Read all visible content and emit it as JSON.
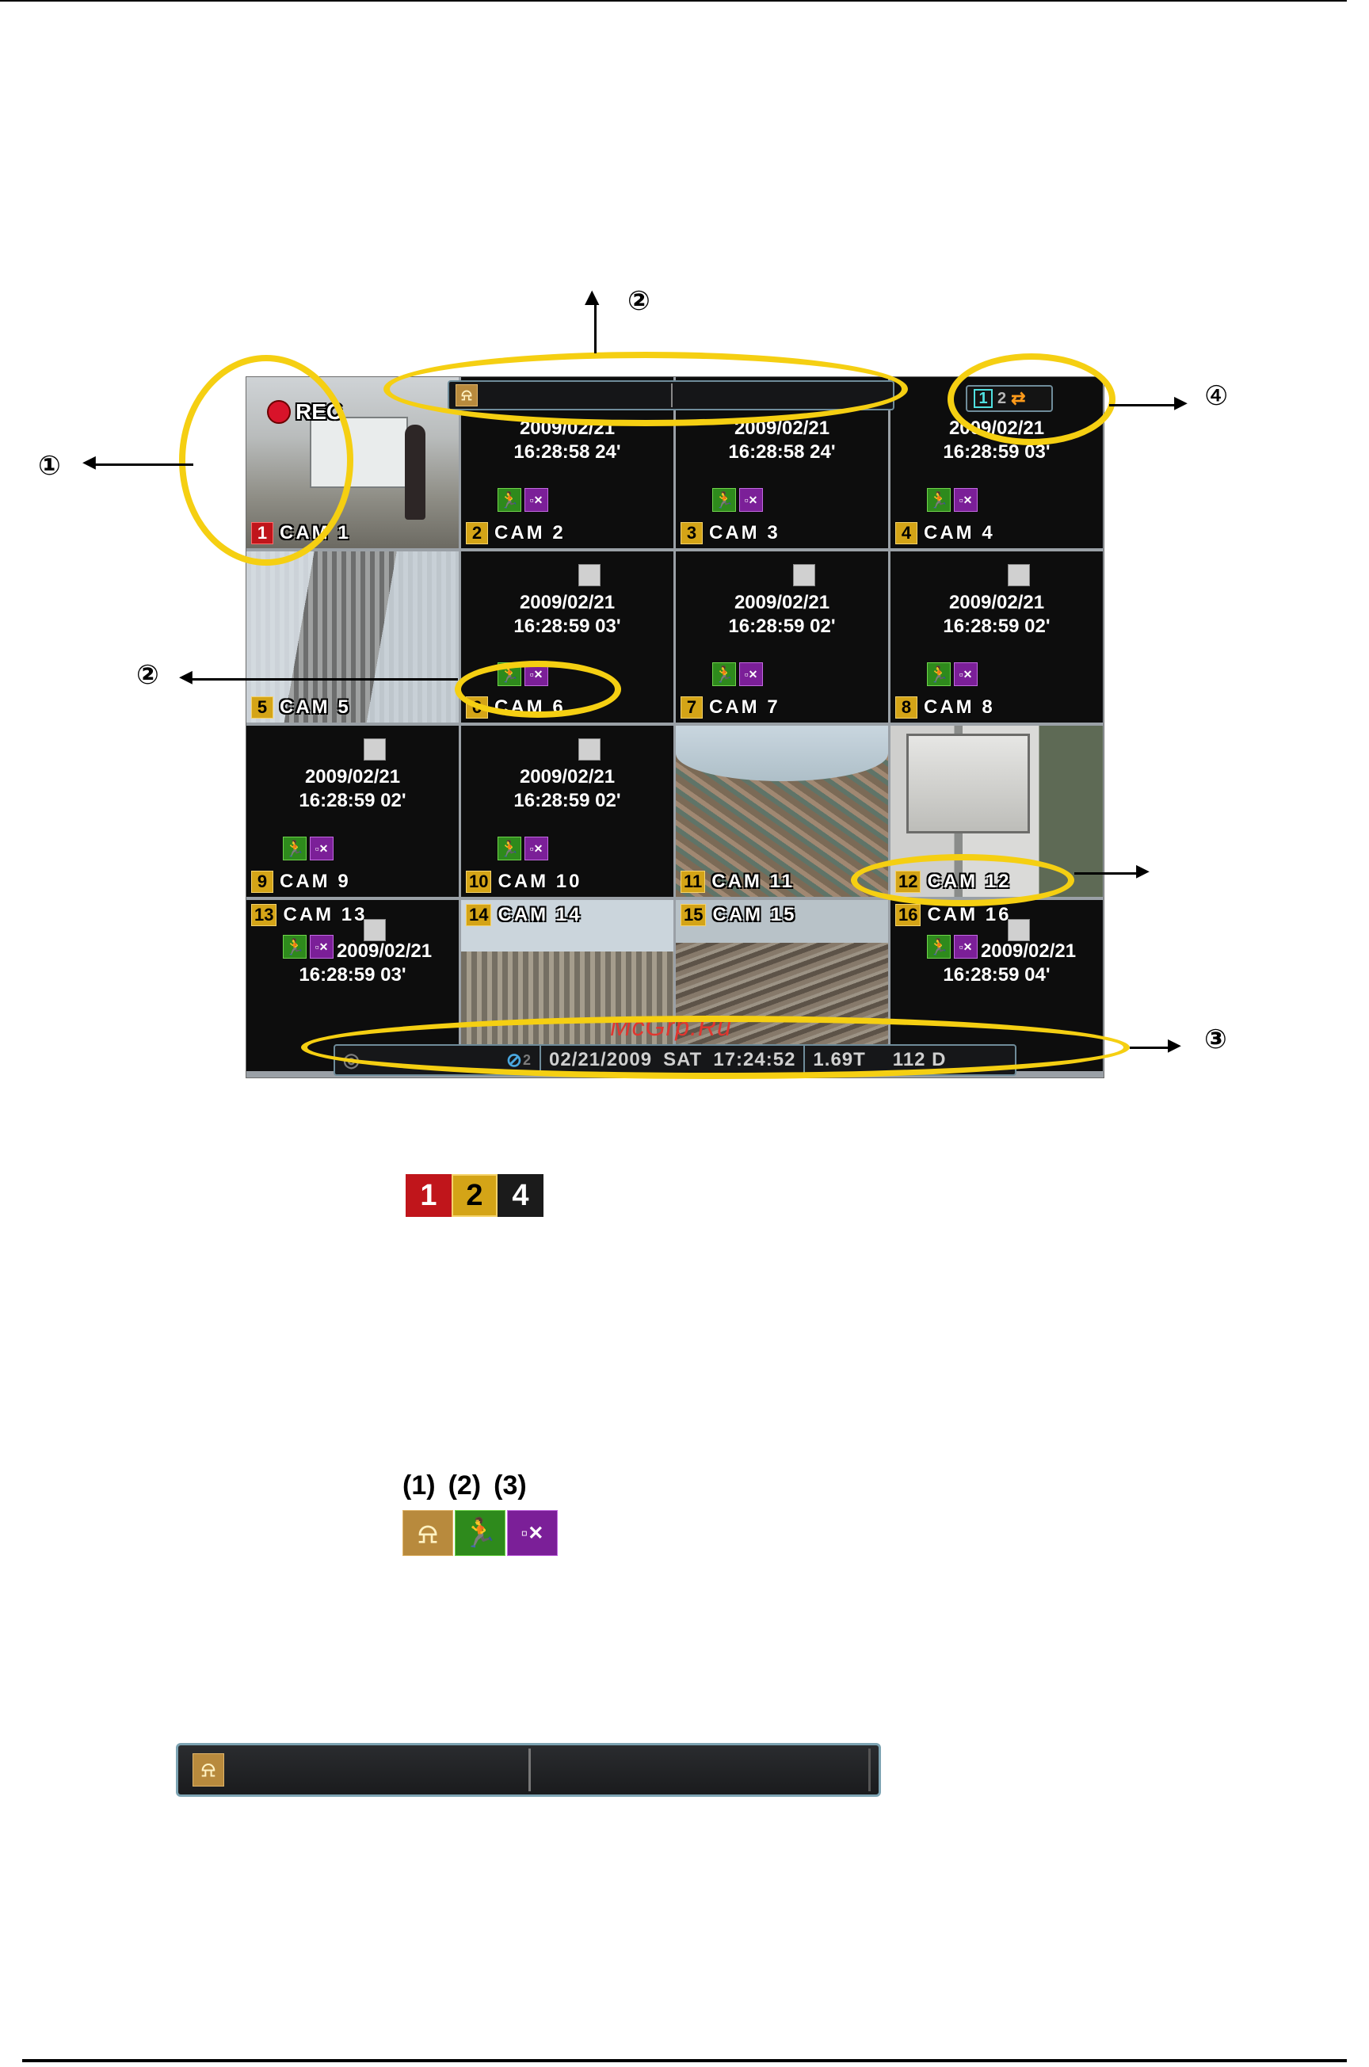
{
  "screen": {
    "rec_label": "REC",
    "group_indicator": {
      "active": "1",
      "next": "2",
      "sequence_icon": "sequence-icon"
    },
    "status_bar": {
      "network_icon": "network-icon",
      "network_count": "2",
      "date": "02/21/2009",
      "day": "SAT",
      "time": "17:24:52",
      "disk_total": "1.69T",
      "days_left": "112 D"
    },
    "watermark": "McGrp.Ru",
    "cameras": [
      {
        "num": "1",
        "name": "CAM 1"
      },
      {
        "num": "2",
        "name": "CAM 2",
        "date": "2009/02/21",
        "time": "16:28:58  24'"
      },
      {
        "num": "3",
        "name": "CAM 3",
        "date": "2009/02/21",
        "time": "16:28:58  24'"
      },
      {
        "num": "4",
        "name": "CAM 4",
        "date": "2009/02/21",
        "time": "16:28:59  03'"
      },
      {
        "num": "5",
        "name": "CAM 5"
      },
      {
        "num": "6",
        "name": "CAM 6",
        "date": "2009/02/21",
        "time": "16:28:59  03'"
      },
      {
        "num": "7",
        "name": "CAM 7",
        "date": "2009/02/21",
        "time": "16:28:59  02'"
      },
      {
        "num": "8",
        "name": "CAM 8",
        "date": "2009/02/21",
        "time": "16:28:59  02'"
      },
      {
        "num": "9",
        "name": "CAM 9",
        "date": "2009/02/21",
        "time": "16:28:59  02'"
      },
      {
        "num": "10",
        "name": "CAM 10",
        "date": "2009/02/21",
        "time": "16:28:59  02'"
      },
      {
        "num": "11",
        "name": "CAM 11"
      },
      {
        "num": "12",
        "name": "CAM 12"
      },
      {
        "num": "13",
        "name": "CAM 13",
        "date": "2009/02/21",
        "time": "16:28:59  03'"
      },
      {
        "num": "14",
        "name": "CAM 14"
      },
      {
        "num": "15",
        "name": "CAM 15"
      },
      {
        "num": "16",
        "name": "CAM 16",
        "date": "2009/02/21",
        "time": "16:28:59  04'"
      }
    ]
  },
  "callouts": {
    "c1": "①",
    "c2_top": "②",
    "c2_left": "②",
    "c3": "③",
    "c4": "④"
  },
  "fig_numbers": {
    "a": "1",
    "b": "2",
    "c": "4"
  },
  "fig_icons": {
    "l1": "(1)",
    "l2": "(2)",
    "l3": "(3)",
    "i1": "alarm-icon",
    "i2": "motion-icon",
    "i3": "video-loss-icon"
  },
  "colors": {
    "callout_yellow": "#f5cf12",
    "rec_red": "#d8132a",
    "num_yellow": "#d4a417",
    "num_red": "#c0151b"
  }
}
